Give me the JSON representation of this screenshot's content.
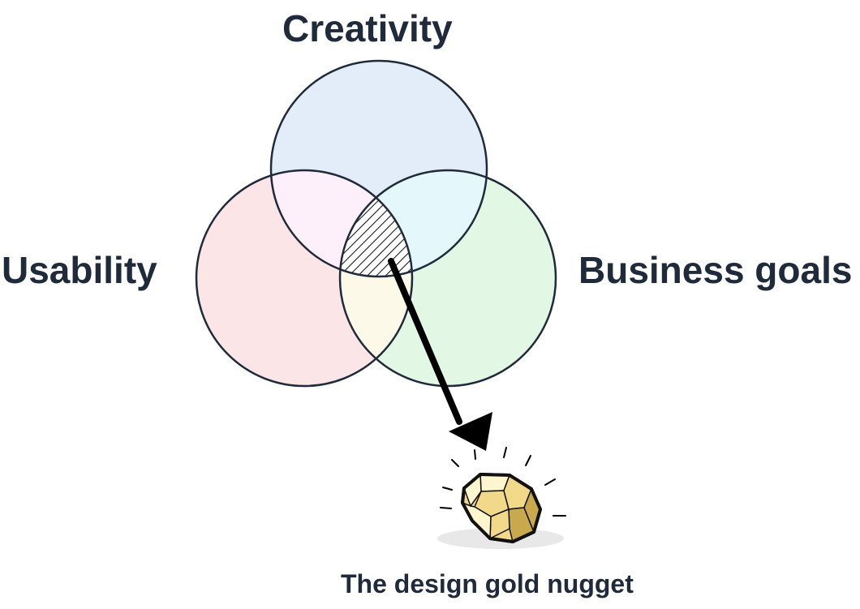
{
  "circles": [
    {
      "id": "creativity",
      "label": "Creativity",
      "fill": "#e3edf9"
    },
    {
      "id": "usability",
      "label": "Usability",
      "fill": "#fbe5e6"
    },
    {
      "id": "business",
      "label": "Business goals",
      "fill": "#e3f8e4"
    }
  ],
  "overlap_colors": {
    "creativity_usability": "#fdf0fb",
    "creativity_business": "#e4f8fb",
    "usability_business": "#fdf9e8"
  },
  "outline_color": "#1f2a3a",
  "center_hatch_color": "#1a1a1a",
  "arrow_color": "#000000",
  "nugget": {
    "fill": "#f2d98a",
    "highlight": "#fff6cf",
    "shade": "#c9a94e",
    "shadow": "#e8e8e8",
    "caption": "The design gold nugget"
  },
  "text_color": "#1f2a3a"
}
